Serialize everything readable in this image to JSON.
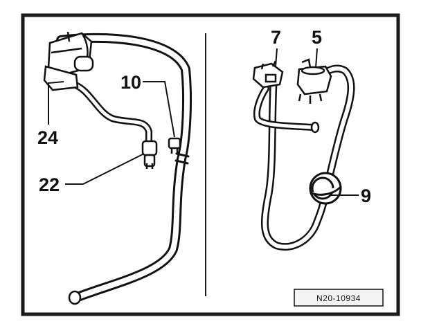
{
  "figure": {
    "callouts": {
      "c24": "24",
      "c22": "22",
      "c10": "10",
      "c7": "7",
      "c5": "5",
      "c9": "9"
    },
    "figure_id": "N20-10934"
  },
  "colors": {
    "ink": "#111111",
    "paper": "#ffffff",
    "frame": "#1a1a1a"
  }
}
